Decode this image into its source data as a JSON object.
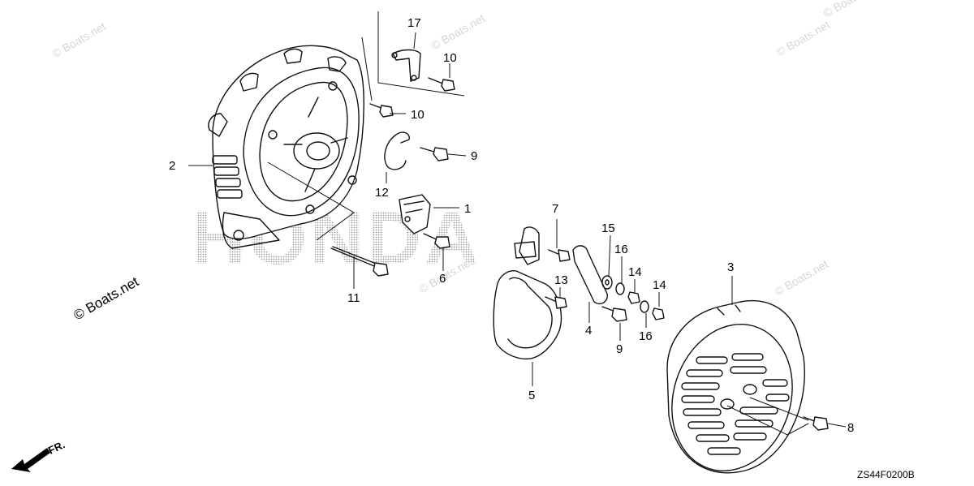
{
  "watermarks": [
    "© Boats.net",
    "© Boats.net",
    "© Boats.net",
    "© Boats.net",
    "© Boats.net",
    "© Boats.net",
    "© Boats.net"
  ],
  "brand_watermark": "HONDA",
  "diagram_code": "ZS44F0200B",
  "front_marker": "FR.",
  "callouts": {
    "p1": "1",
    "p2": "2",
    "p3": "3",
    "p4": "4",
    "p5": "5",
    "p6": "6",
    "p7": "7",
    "p8": "8",
    "p9a": "9",
    "p9b": "9",
    "p10a": "10",
    "p10b": "10",
    "p11": "11",
    "p12": "12",
    "p13": "13",
    "p14a": "14",
    "p14b": "14",
    "p15": "15",
    "p16a": "16",
    "p16b": "16",
    "p17": "17"
  }
}
